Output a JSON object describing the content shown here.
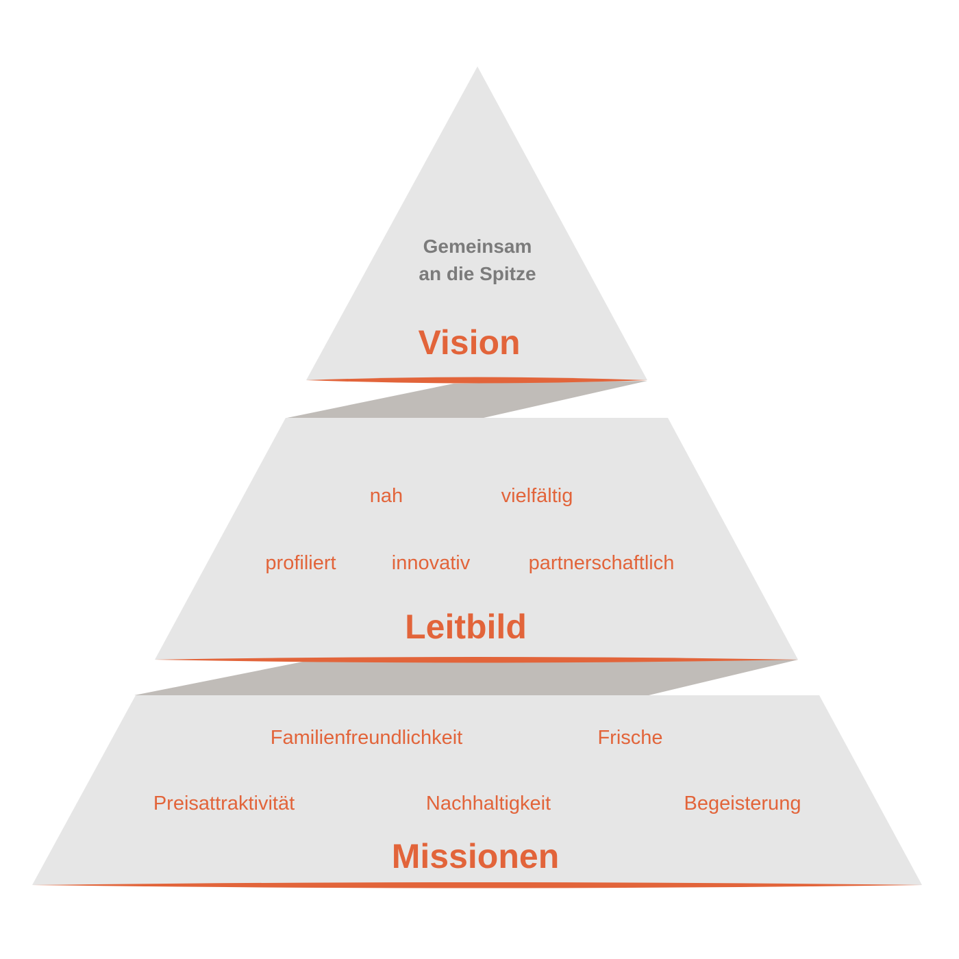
{
  "vision": {
    "subtitle_line1": "Gemeinsam",
    "subtitle_line2": "an die Spitze",
    "title": "Vision"
  },
  "leitbild": {
    "words_row1": [
      "nah",
      "vielfältig"
    ],
    "words_row2": [
      "profiliert",
      "innovativ",
      "partnerschaftlich"
    ],
    "title": "Leitbild"
  },
  "missionen": {
    "words_row1": [
      "Familienfreundlichkeit",
      "Frische"
    ],
    "words_row2": [
      "Preisattraktivität",
      "Nachhaltigkeit",
      "Begeisterung"
    ],
    "title": "Missionen"
  },
  "colors": {
    "accent": "#e2643a",
    "tier_fill": "#e6e6e6",
    "connector": "#c0bcb8",
    "subtitle": "#7b7b7b"
  }
}
